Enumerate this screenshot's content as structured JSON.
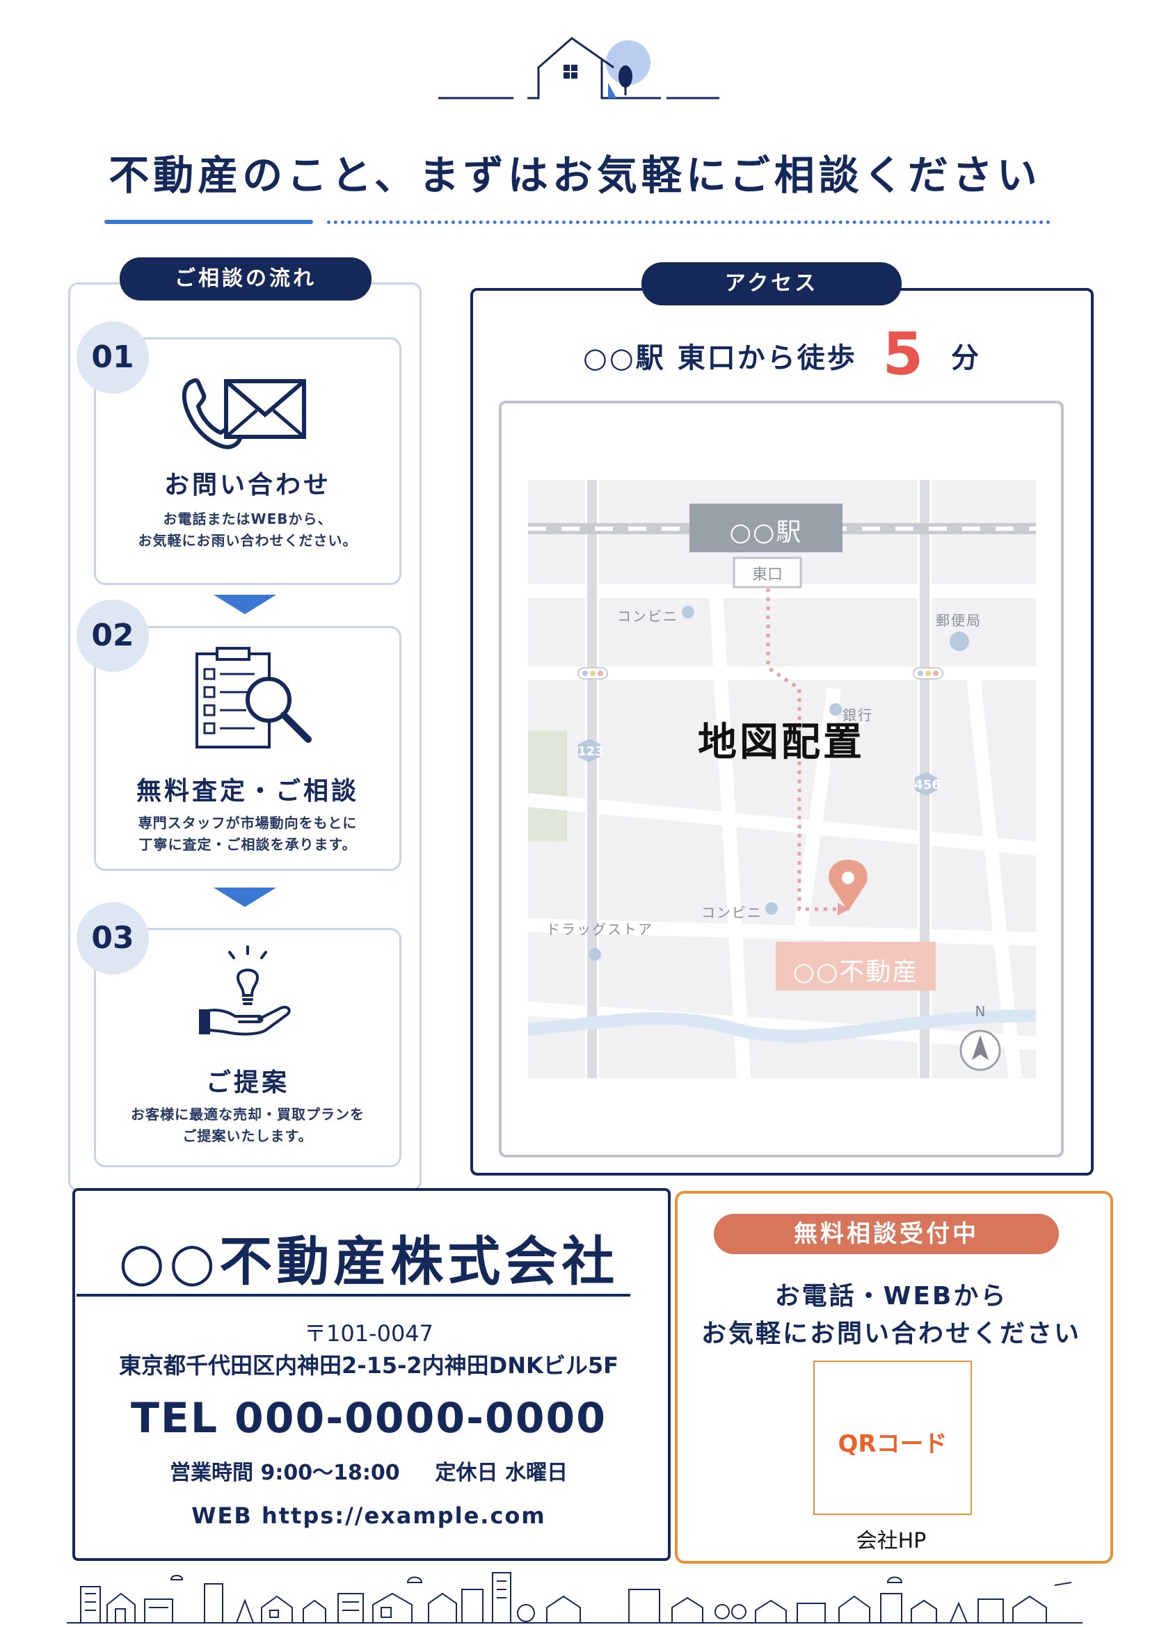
{
  "header": {
    "title": "不動産のこと、まずはお気軽にご相談ください"
  },
  "flow": {
    "label": "ご相談の流れ",
    "steps": [
      {
        "num": "01",
        "title": "お問い合わせ",
        "desc1": "お電話またはWEBから、",
        "desc2": "お気軽にお雨い合わせください。",
        "icon": "phone-mail-icon"
      },
      {
        "num": "02",
        "title": "無料査定・ご相談",
        "desc1": "専門スタッフが市場動向をもとに",
        "desc2": "丁寧に査定・ご相談を承ります。",
        "icon": "checklist-magnifier-icon"
      },
      {
        "num": "03",
        "title": "ご提案",
        "desc1": "お客様に最適な売却・買取プランを",
        "desc2": "ご提案いたします。",
        "icon": "lightbulb-hand-icon"
      }
    ]
  },
  "access": {
    "label": "アクセス",
    "line_prefix": "○○駅 東口から徒歩",
    "minutes": "5",
    "line_suffix": "分",
    "map": {
      "placeholder": "地図配置",
      "station": "○○駅",
      "exit": "東口",
      "convenience1": "コンビニ",
      "convenience2": "コンビニ",
      "post_office": "郵便局",
      "bank": "銀行",
      "drugstore": "ドラッグストア",
      "route1": "123",
      "route2": "456",
      "destination": "○○不動産",
      "north": "N"
    }
  },
  "company": {
    "name": "○○不動産株式会社",
    "postal": "〒101-0047",
    "address": "東京都千代田区内神田2-15-2内神田DNKビル5F",
    "tel": "TEL 000-0000-0000",
    "hours": "営業時間 9:00～18:00",
    "holiday": "定休日 水曜日",
    "web": "WEB https://example.com"
  },
  "consult": {
    "badge": "無料相談受付中",
    "line1": "お電話・WEBから",
    "line2": "お気軽にお問い合わせください",
    "qr": "QRコード",
    "qr_caption": "会社HP"
  },
  "colors": {
    "navy": "#15285a",
    "accent_blue": "#3a78d4",
    "orange": "#e8913a",
    "salmon": "#d8765c",
    "highlight_red": "#e8564f"
  }
}
